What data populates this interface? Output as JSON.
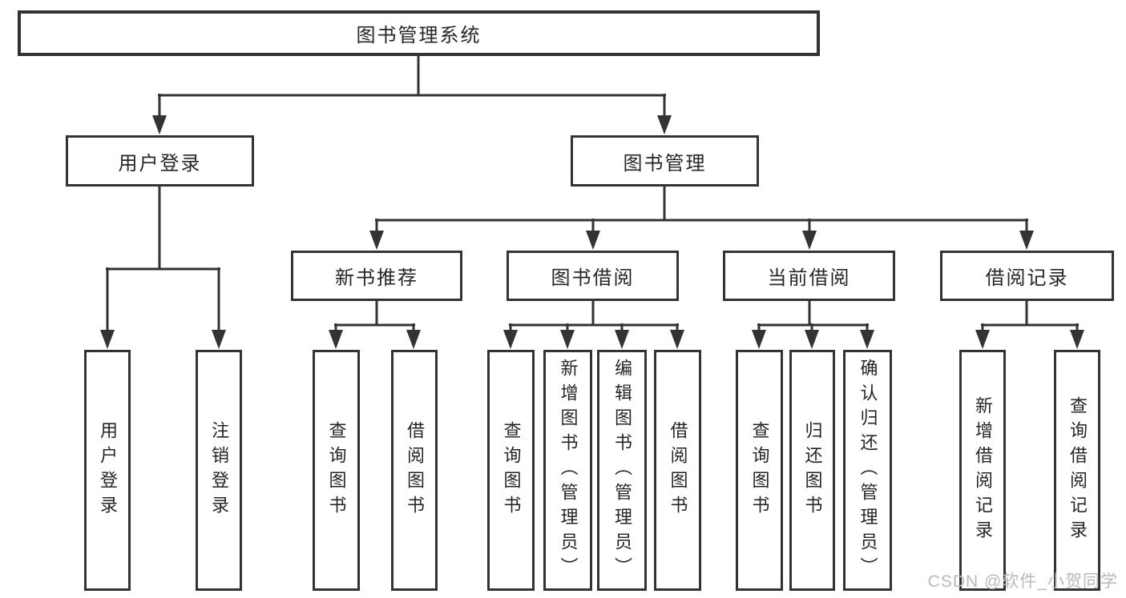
{
  "colors": {
    "line": "#333333",
    "box_border": "#333333",
    "text": "#262626",
    "background": "#ffffff",
    "watermark": "#b9b9b9"
  },
  "diagram": {
    "title": "图书管理系统",
    "branches": [
      {
        "label": "用户登录",
        "leaves": [
          "用户登录",
          "注销登录"
        ]
      },
      {
        "label": "图书管理",
        "groups": [
          {
            "label": "新书推荐",
            "leaves": [
              "查询图书",
              "借阅图书"
            ]
          },
          {
            "label": "图书借阅",
            "leaves": [
              "查询图书",
              "新增图书（管理员）",
              "编辑图书（管理员）",
              "借阅图书"
            ]
          },
          {
            "label": "当前借阅",
            "leaves": [
              "查询图书",
              "归还图书",
              "确认归还（管理员）"
            ]
          },
          {
            "label": "借阅记录",
            "leaves": [
              "新增借阅记录",
              "查询借阅记录"
            ]
          }
        ]
      }
    ]
  },
  "watermark": {
    "text": "CSDN @软件_小贺同学"
  }
}
